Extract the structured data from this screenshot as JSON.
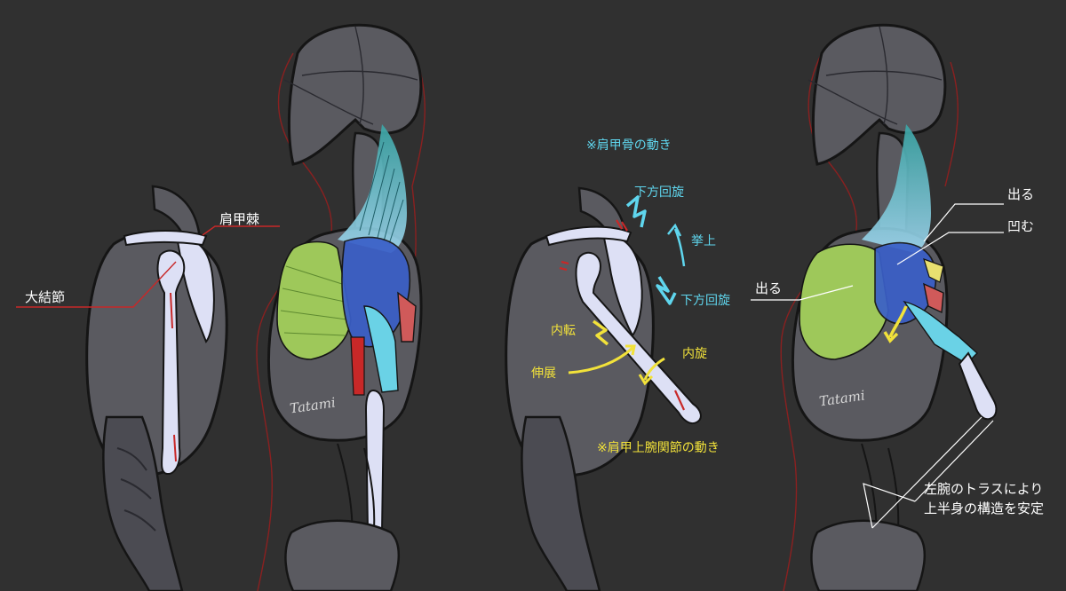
{
  "labels": {
    "spine": "肩甲棘",
    "tubercle": "大結節",
    "scapula_note": "※肩甲骨の動き",
    "down_rot_1": "下方回旋",
    "elev": "挙上",
    "down_rot_2": "下方回旋",
    "internal": "内転",
    "extend": "伸展",
    "internal_rot": "内旋",
    "joint_note": "※肩甲上腕関節の動き",
    "out_1": "出る",
    "dent": "凹む",
    "out_2": "出る",
    "truss_1": "左腕のトラスにより",
    "truss_2": "上半身の構造を安定"
  },
  "signature": "Tatami",
  "colors": {
    "background": "#303030",
    "body": "#5a5a60",
    "outline": "#151515",
    "bone": "#dde0f5",
    "red": "#c82828",
    "deltoid": "#3a5fc8",
    "trapezius": "#3ca0a0",
    "serratus": "#9ec85a",
    "biceps": "#6ad2e6",
    "teres": "#d05a5a",
    "note_cyan": "#5fd6ee",
    "note_yellow": "#f2e23a"
  }
}
